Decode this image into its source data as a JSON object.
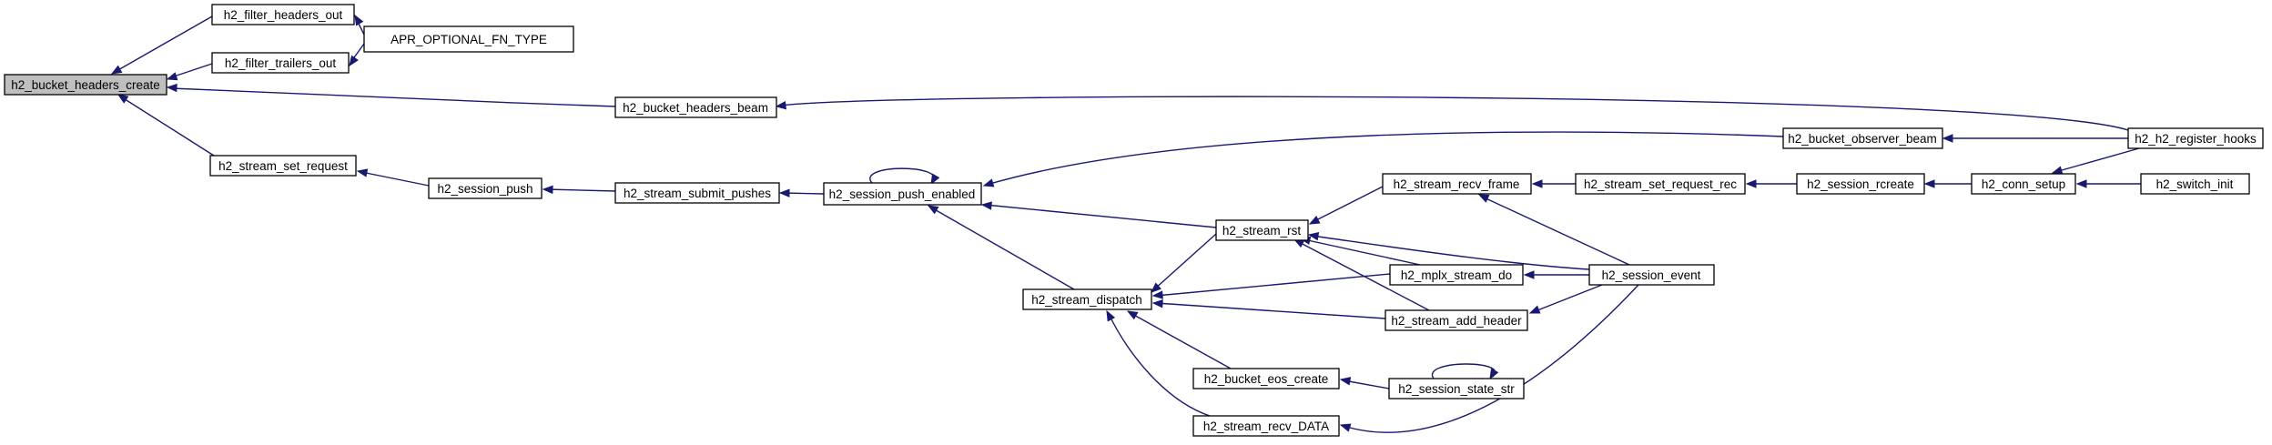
{
  "nodes": {
    "n_create": "h2_bucket_headers_create",
    "n_filter_headers_out": "h2_filter_headers_out",
    "n_filter_trailers_out": "h2_filter_trailers_out",
    "n_apr_optional": "APR_OPTIONAL_FN_TYPE",
    "n_headers_beam": "h2_bucket_headers_beam",
    "n_register_hooks": "h2_h2_register_hooks",
    "n_set_request": "h2_stream_set_request",
    "n_session_push": "h2_session_push",
    "n_submit_pushes": "h2_stream_submit_pushes",
    "n_push_enabled": "h2_session_push_enabled",
    "n_observer_beam": "h2_bucket_observer_beam",
    "n_recv_frame": "h2_stream_recv_frame",
    "n_set_request_rec": "h2_stream_set_request_rec",
    "n_rcreate": "h2_session_rcreate",
    "n_conn_setup": "h2_conn_setup",
    "n_switch_init": "h2_switch_init",
    "n_rst": "h2_stream_rst",
    "n_mplx_do": "h2_mplx_stream_do",
    "n_session_event": "h2_session_event",
    "n_dispatch": "h2_stream_dispatch",
    "n_add_header": "h2_stream_add_header",
    "n_eos_create": "h2_bucket_eos_create",
    "n_state_str": "h2_session_state_str",
    "n_recv_data": "h2_stream_recv_DATA"
  },
  "edges": [
    [
      "n_filter_headers_out",
      "n_create"
    ],
    [
      "n_filter_trailers_out",
      "n_create"
    ],
    [
      "n_headers_beam",
      "n_create"
    ],
    [
      "n_set_request",
      "n_create"
    ],
    [
      "n_apr_optional",
      "n_filter_headers_out"
    ],
    [
      "n_apr_optional",
      "n_filter_trailers_out"
    ],
    [
      "n_register_hooks",
      "n_headers_beam"
    ],
    [
      "n_register_hooks",
      "n_observer_beam"
    ],
    [
      "n_session_push",
      "n_set_request"
    ],
    [
      "n_submit_pushes",
      "n_session_push"
    ],
    [
      "n_push_enabled",
      "n_submit_pushes"
    ],
    [
      "n_push_enabled",
      "n_push_enabled"
    ],
    [
      "n_observer_beam",
      "n_push_enabled"
    ],
    [
      "n_rst",
      "n_push_enabled"
    ],
    [
      "n_dispatch",
      "n_push_enabled"
    ],
    [
      "n_recv_frame",
      "n_rst"
    ],
    [
      "n_mplx_do",
      "n_rst"
    ],
    [
      "n_session_event",
      "n_rst"
    ],
    [
      "n_add_header",
      "n_rst"
    ],
    [
      "n_rst",
      "n_dispatch"
    ],
    [
      "n_mplx_do",
      "n_dispatch"
    ],
    [
      "n_add_header",
      "n_dispatch"
    ],
    [
      "n_eos_create",
      "n_dispatch"
    ],
    [
      "n_recv_data",
      "n_dispatch"
    ],
    [
      "n_set_request_rec",
      "n_recv_frame"
    ],
    [
      "n_session_event",
      "n_recv_frame"
    ],
    [
      "n_rcreate",
      "n_set_request_rec"
    ],
    [
      "n_conn_setup",
      "n_rcreate"
    ],
    [
      "n_register_hooks",
      "n_conn_setup"
    ],
    [
      "n_switch_init",
      "n_conn_setup"
    ],
    [
      "n_session_event",
      "n_mplx_do"
    ],
    [
      "n_session_event",
      "n_add_header"
    ],
    [
      "n_state_str",
      "n_eos_create"
    ],
    [
      "n_state_str",
      "n_state_str"
    ],
    [
      "n_session_event",
      "n_recv_data"
    ]
  ],
  "colors": {
    "edge": "#191970",
    "root_fill": "#bfbfbf",
    "node_fill": "#ffffff"
  }
}
